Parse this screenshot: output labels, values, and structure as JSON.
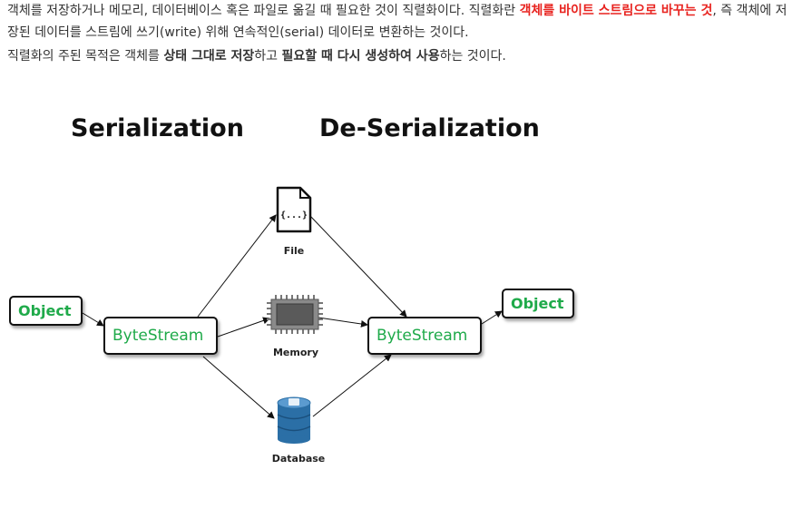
{
  "paragraph1": {
    "part1": "객체를 저장하거나 메모리, 데이터베이스 혹은 파일로 옮길 때 필요한 것이 직렬화이다. 직렬화란 ",
    "highlight": "객체를 바이트 스트림으로 바꾸는 것",
    "part2": ", 즉 객체에 저장된 데이터를 스트림에 쓰기(write) 위해 연속적인(serial) 데이터로 변환하는 것이다."
  },
  "paragraph2": {
    "part1": "직렬화의 주된 목적은 객체를 ",
    "bold1": "상태 그대로 저장",
    "part2": "하고 ",
    "bold2": "필요할 때 다시 생성하여 사용",
    "part3": "하는 것이다."
  },
  "diagram": {
    "serialization_title": "Serialization",
    "deserialization_title": "De-Serialization",
    "object_left": "Object",
    "bytestream_left": "ByteStream",
    "bytestream_right": "ByteStream",
    "object_right": "Object",
    "file_label": "File",
    "file_glyph": "{...}",
    "memory_label": "Memory",
    "database_label": "Database",
    "icons": [
      "file-icon",
      "memory-chip-icon",
      "database-icon"
    ],
    "colors": {
      "object_text": "#1faa4a",
      "highlight": "#e8231f",
      "database": "#2b6fa6"
    }
  }
}
